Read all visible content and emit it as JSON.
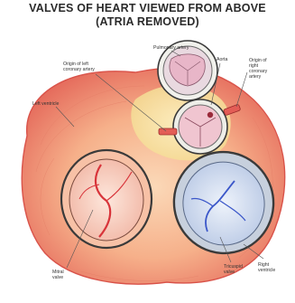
{
  "title": {
    "line1": "VALVES OF HEART VIEWED FROM ABOVE",
    "line2": "(ATRIA REMOVED)"
  },
  "labels": {
    "pulmonary_artery": "Pulmonary artery",
    "aorta": "Aorta",
    "origin_left_coronary_line1": "Origin of left",
    "origin_left_coronary_line2": "coronary artery",
    "origin_right_coronary_line1": "Origin of",
    "origin_right_coronary_line2": "right",
    "origin_right_coronary_line3": "coronary",
    "origin_right_coronary_line4": "artery",
    "left_ventricle": "Left ventricle",
    "mitral_valve_line1": "Mitral",
    "mitral_valve_line2": "valve",
    "tricuspid_valve_line1": "Tricuspid",
    "tricuspid_valve_line2": "valve",
    "right_ventricle_line1": "Right",
    "right_ventricle_line2": "ventricle"
  },
  "colors": {
    "muscle": "#f4a07e",
    "muscle_edge": "#d9534a",
    "fat": "#f7e7a6",
    "valve_ring": "#3a3a3a",
    "mitral_chord": "#d8343a",
    "tricuspid_chord": "#3b57c9",
    "pulmonary_leaflet": "#e8b6c8",
    "aortic_leaflet": "#f0c5d0"
  }
}
